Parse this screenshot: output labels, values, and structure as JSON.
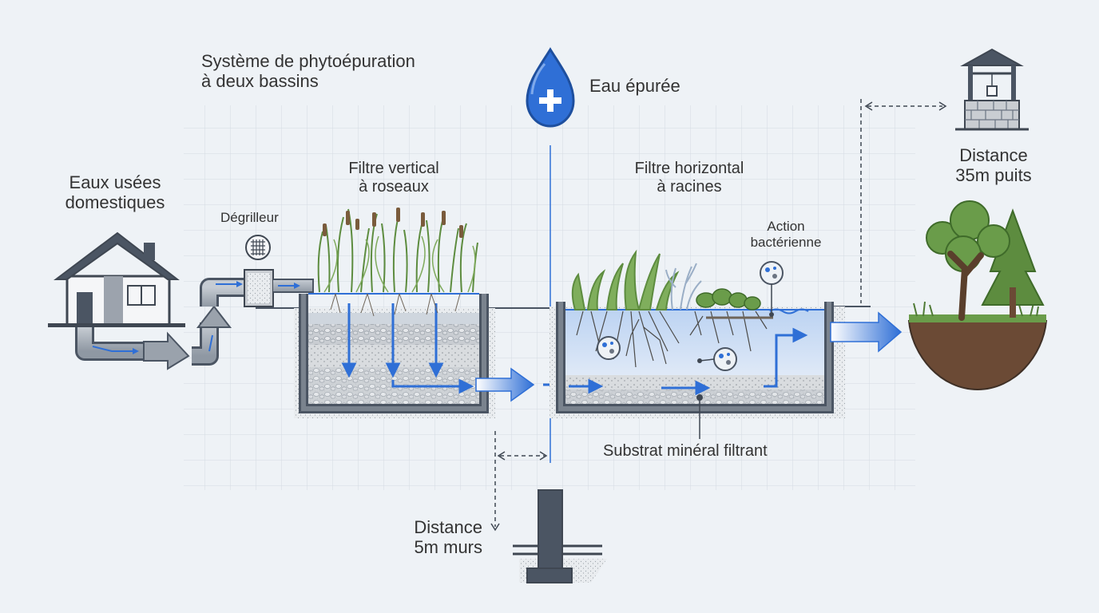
{
  "title": {
    "line1": "Système de phytoépuration",
    "line2": "à deux bassins"
  },
  "labels": {
    "eau_epuree": "Eau épurée",
    "eaux_usees_1": "Eaux usées",
    "eaux_usees_2": "domestiques",
    "degrilleur": "Dégrilleur",
    "filtre_vertical_1": "Filtre vertical",
    "filtre_vertical_2": "à roseaux",
    "filtre_horizontal_1": "Filtre horizontal",
    "filtre_horizontal_2": "à racines",
    "action_1": "Action",
    "action_2": "bactérienne",
    "distance_puits_1": "Distance",
    "distance_puits_2": "35m puits",
    "substrat": "Substrat minéral filtrant",
    "distance_murs_1": "Distance",
    "distance_murs_2": "5m murs"
  },
  "colors": {
    "background": "#eef2f6",
    "grid": "#d4dbe3",
    "water": "#2f6fd6",
    "outline": "#4a5563",
    "wall": "#6b7482",
    "plant": "#6a9c4a",
    "soil": "#6b4a35"
  },
  "icons": [
    "house-icon",
    "grate-icon",
    "water-drop-icon",
    "well-icon",
    "tree-icon",
    "bacteria-icon",
    "wall-icon"
  ]
}
